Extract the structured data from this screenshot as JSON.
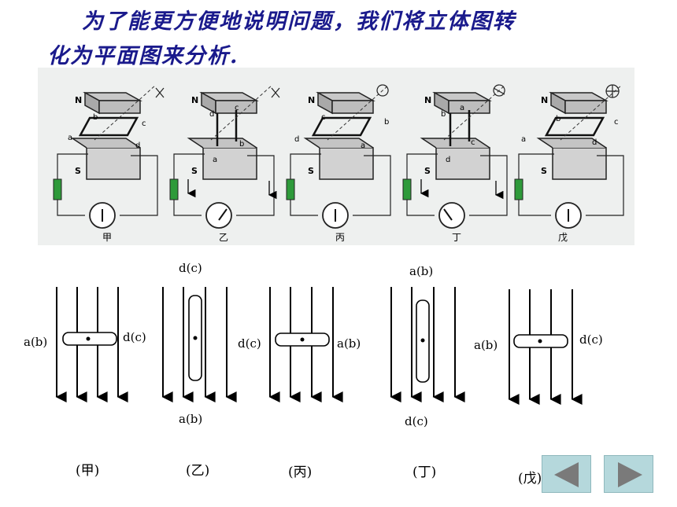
{
  "intro": {
    "line1": "为了能更方便地说明问题，我们将立体图转",
    "line2": "化为平面图来分析."
  },
  "top_panel": {
    "labels": {
      "north": "N",
      "south": "S"
    },
    "panels": [
      {
        "caption": "甲",
        "corners": [
          "a",
          "b",
          "c",
          "d"
        ]
      },
      {
        "caption": "乙",
        "corners": [
          "d",
          "c",
          "b",
          "a"
        ]
      },
      {
        "caption": "丙",
        "corners": [
          "c",
          "b",
          "a",
          "d"
        ]
      },
      {
        "caption": "丁",
        "corners": [
          "b",
          "a",
          "c",
          "d"
        ]
      },
      {
        "caption": "戊",
        "corners": [
          "a",
          "b",
          "c",
          "d"
        ]
      }
    ]
  },
  "bottom_diagrams": [
    {
      "caption": "(甲)",
      "left_label": "a(b)",
      "right_label": "d(c)"
    },
    {
      "caption": "(乙)",
      "top_label": "d(c)",
      "bottom_label": "a(b)"
    },
    {
      "caption": "(丙)",
      "left_label": "d(c)",
      "right_label": "a(b)"
    },
    {
      "caption": "(丁)",
      "top_label": "a(b)",
      "bottom_label": "d(c)"
    },
    {
      "caption": "(戊)",
      "left_label": "a(b)",
      "right_label": "d(c)"
    }
  ],
  "nav": {
    "prev_icon": "triangle-left-icon",
    "next_icon": "triangle-right-icon"
  },
  "colors": {
    "title": "#1a1a8c",
    "nav_bg": "#b5d8dc",
    "nav_arrow": "#7a7a7a",
    "resistor": "#2e9a3a"
  }
}
